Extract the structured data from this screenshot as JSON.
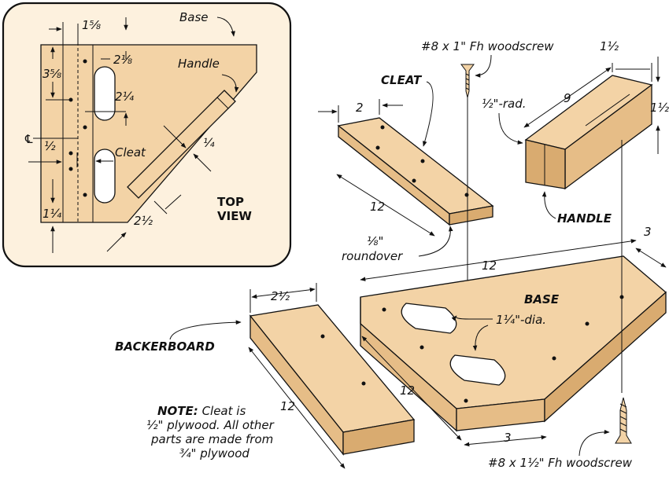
{
  "top_view": {
    "title_line1": "TOP",
    "title_line2": "VIEW",
    "label_base": "Base",
    "label_handle": "Handle",
    "label_cleat": "Cleat",
    "centerline": "℄",
    "dim_1_5_8": "1⅝",
    "dim_3_5_8": "3⅝",
    "dim_2_1_8": "2⅛",
    "dim_2_1_4": "2¼",
    "dim_1_2": "½",
    "dim_1_4_a": "¼",
    "dim_1_1_4": "1¼",
    "dim_2_1_2": "2½"
  },
  "exploded": {
    "label_cleat": "CLEAT",
    "label_handle": "HANDLE",
    "label_base": "BASE",
    "label_backerboard": "BACKERBOARD",
    "screw_top": "#8 x 1\" Fh woodscrew",
    "screw_bottom": "#8 x 1½\" Fh woodscrew",
    "radius": "½\"-rad.",
    "roundover_line1": "⅛\"",
    "roundover_line2": "roundover",
    "hole_dia": "1¼\"-dia.",
    "dim_cleat_width": "2",
    "dim_cleat_length": "12",
    "dim_handle_length": "9",
    "dim_handle_width": "1½",
    "dim_handle_height": "1½",
    "dim_base_top": "12",
    "dim_base_side": "12",
    "dim_base_corner": "3",
    "dim_base_front": "3",
    "dim_backer_width": "2½",
    "dim_backer_length": "12"
  },
  "note": {
    "line1_bold": "NOTE:",
    "line1_rest": " Cleat is",
    "line2": "½\" plywood. All other",
    "line3": "parts are made from",
    "line4": "¾\" plywood"
  },
  "colors": {
    "wood_face": "#f3d3a6",
    "wood_side": "#e6bd87",
    "panel_background": "#fdf1de"
  }
}
